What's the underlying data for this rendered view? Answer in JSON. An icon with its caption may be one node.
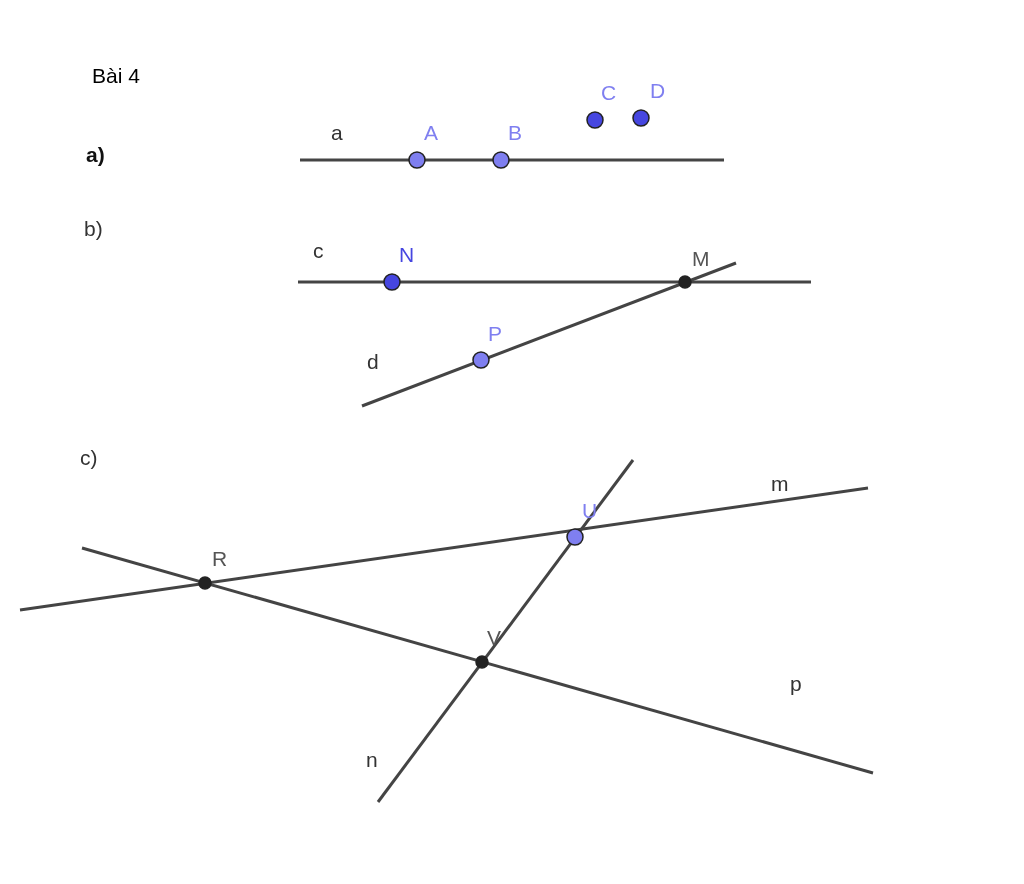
{
  "diagram": {
    "title": "Bài 4",
    "labels": [
      "C",
      "D",
      "a",
      "A",
      "B",
      "a)",
      "b)",
      "c",
      "N",
      "M",
      "P",
      "d",
      "c)",
      "m",
      "U",
      "R",
      "V",
      "p",
      "n"
    ]
  }
}
